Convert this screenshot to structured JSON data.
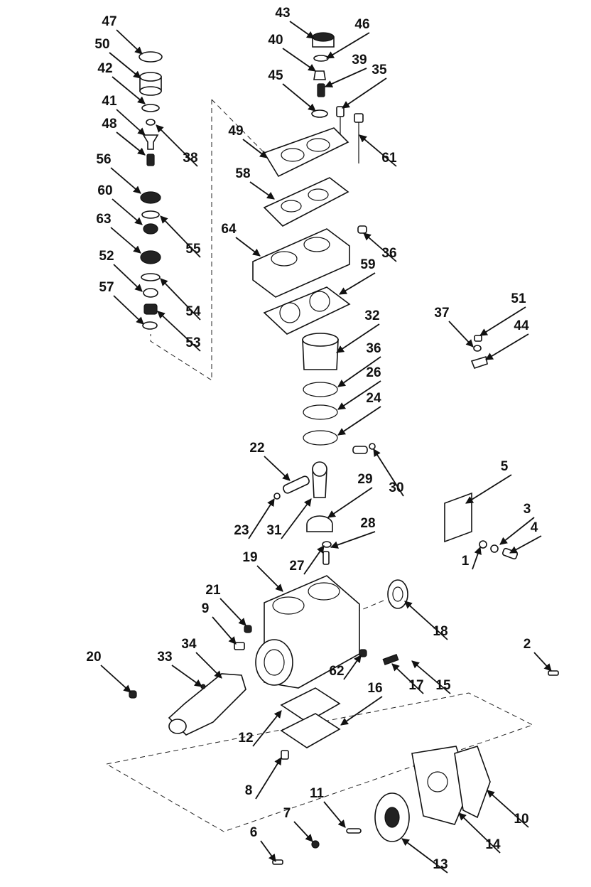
{
  "diagram": {
    "type": "exploded-parts-diagram",
    "callouts": [
      "1",
      "2",
      "3",
      "4",
      "5",
      "6",
      "7",
      "8",
      "9",
      "10",
      "11",
      "12",
      "13",
      "14",
      "15",
      "16",
      "17",
      "18",
      "19",
      "20",
      "21",
      "22",
      "23",
      "24",
      "26",
      "27",
      "28",
      "29",
      "30",
      "31",
      "32",
      "33",
      "34",
      "35",
      "36",
      "37",
      "38",
      "39",
      "40",
      "41",
      "42",
      "43",
      "44",
      "45",
      "46",
      "47",
      "48",
      "49",
      "50",
      "51",
      "52",
      "53",
      "54",
      "55",
      "56",
      "57",
      "58",
      "59",
      "60",
      "61",
      "62",
      "63",
      "64"
    ]
  }
}
